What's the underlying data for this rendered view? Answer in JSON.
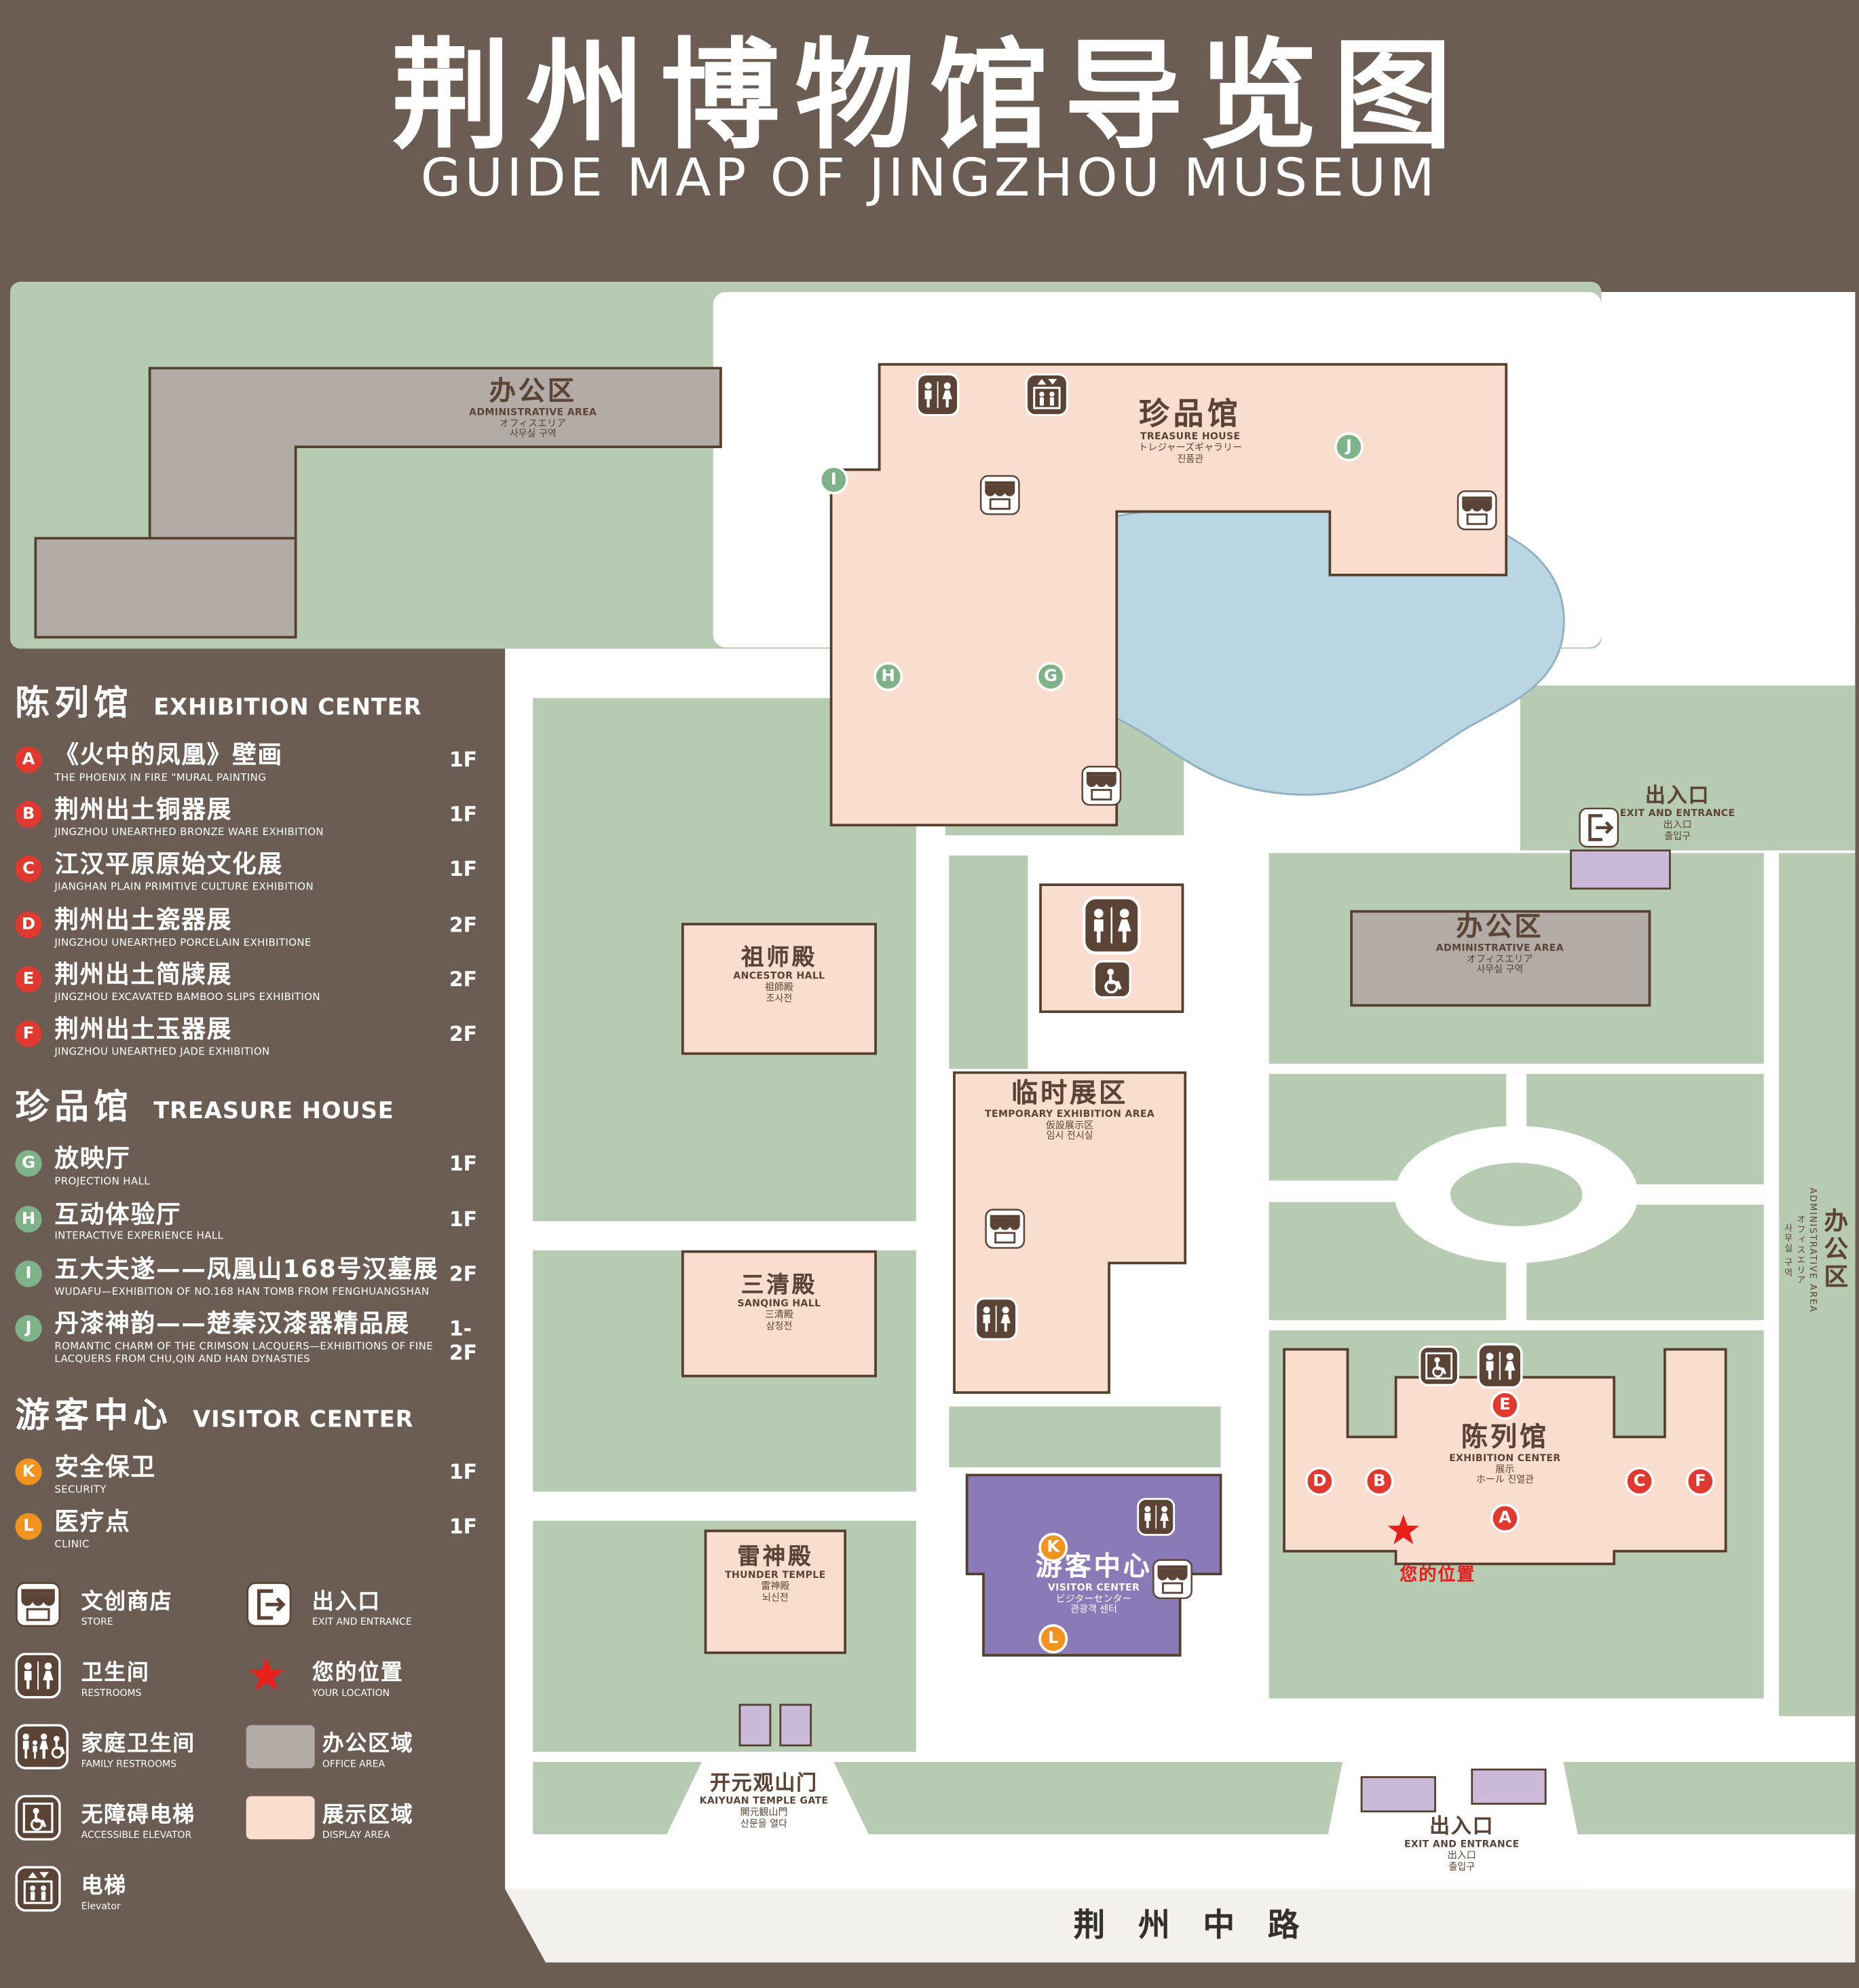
{
  "header": {
    "title_zh": "荆州博物馆导览图",
    "title_en": "GUIDE MAP OF JINGZHOU MUSEUM"
  },
  "legend": {
    "sections": [
      {
        "title_zh": "陈列馆",
        "title_en": "EXHIBITION CENTER",
        "items": [
          {
            "key": "A",
            "zh": "《火中的凤凰》壁画",
            "en": "THE PHOENIX IN FIRE \"MURAL PAINTING",
            "floor": "1F"
          },
          {
            "key": "B",
            "zh": "荆州出土铜器展",
            "en": "JINGZHOU UNEARTHED BRONZE WARE EXHIBITION",
            "floor": "1F"
          },
          {
            "key": "C",
            "zh": "江汉平原原始文化展",
            "en": "JIANGHAN PLAIN PRIMITIVE CULTURE EXHIBITION",
            "floor": "1F"
          },
          {
            "key": "D",
            "zh": "荆州出土瓷器展",
            "en": "JINGZHOU UNEARTHED PORCELAIN EXHIBITIONE",
            "floor": "2F"
          },
          {
            "key": "E",
            "zh": "荆州出土简牍展",
            "en": "JINGZHOU EXCAVATED BAMBOO SLIPS EXHIBITION",
            "floor": "2F"
          },
          {
            "key": "F",
            "zh": "荆州出土玉器展",
            "en": "JINGZHOU UNEARTHED JADE EXHIBITION",
            "floor": "2F"
          }
        ]
      },
      {
        "title_zh": "珍品馆",
        "title_en": "TREASURE HOUSE",
        "items": [
          {
            "key": "G",
            "zh": "放映厅",
            "en": "PROJECTION HALL",
            "floor": "1F"
          },
          {
            "key": "H",
            "zh": "互动体验厅",
            "en": "INTERACTIVE EXPERIENCE HALL",
            "floor": "1F"
          },
          {
            "key": "I",
            "zh": "五大夫遂——凤凰山168号汉墓展",
            "en": "WUDAFU—EXHIBITION OF NO.168 HAN TOMB FROM FENGHUANGSHAN",
            "floor": "2F"
          },
          {
            "key": "J",
            "zh": "丹漆神韵——楚秦汉漆器精品展",
            "en": "ROMANTIC CHARM OF THE CRIMSON LACQUERS—EXHIBITIONS OF FINE LACQUERS FROM CHU,QIN AND HAN DYNASTIES",
            "floor": "1-2F"
          }
        ]
      },
      {
        "title_zh": "游客中心",
        "title_en": "VISITOR CENTER",
        "items": [
          {
            "key": "K",
            "zh": "安全保卫",
            "en": "SECURITY",
            "floor": "1F"
          },
          {
            "key": "L",
            "zh": "医疗点",
            "en": "CLINIC",
            "floor": "1F"
          }
        ]
      }
    ],
    "symbols": [
      {
        "zh": "文创商店",
        "en": "STORE"
      },
      {
        "zh": "出入口",
        "en": "EXIT AND ENTRANCE"
      },
      {
        "zh": "卫生间",
        "en": "RESTROOMS"
      },
      {
        "zh": "您的位置",
        "en": "YOUR LOCATION"
      },
      {
        "zh": "家庭卫生间",
        "en": "FAMILY RESTROOMS"
      },
      {
        "zh": "办公区域",
        "en": "OFFICE AREA"
      },
      {
        "zh": "无障碍电梯",
        "en": "ACCESSIBLE ELEVATOR"
      },
      {
        "zh": "展示区域",
        "en": "DISPLAY AREA"
      },
      {
        "zh": "电梯",
        "en": "Elevator"
      }
    ]
  },
  "map": {
    "labels": {
      "admin_top": {
        "zh": "办公区",
        "en": "ADMINISTRATIVE AREA",
        "ja": "オフィスエリア",
        "ko": "사무실 구역"
      },
      "treasure_house": {
        "zh": "珍品馆",
        "en": "TREASURE HOUSE",
        "ja": "トレジャーズギャラリー",
        "ko": "진품관"
      },
      "exit_top": {
        "zh": "出入口",
        "en": "EXIT AND ENTRANCE",
        "ja": "出入口",
        "ko": "출입구"
      },
      "admin_right": {
        "zh": "办公区",
        "en": "ADMINISTRATIVE AREA",
        "ja": "オフィスエリア",
        "ko": "사무실 구역"
      },
      "admin_side": {
        "zh": "办公区",
        "en": "ADMINISTRATIVE AREA",
        "ja": "オフィスエリア",
        "ko": "사무실 구역"
      },
      "ancestor_hall": {
        "zh": "祖师殿",
        "en": "ANCESTOR HALL",
        "ja": "祖師殿",
        "ko": "조사전"
      },
      "temporary_exhibition": {
        "zh": "临时展区",
        "en": "TEMPORARY EXHIBITION AREA",
        "ja": "仮設展示区",
        "ko": "임시 전시실"
      },
      "sanqing_hall": {
        "zh": "三清殿",
        "en": "SANQING HALL",
        "ja": "三清殿",
        "ko": "삼청전"
      },
      "thunder_temple": {
        "zh": "雷神殿",
        "en": "THUNDER TEMPLE",
        "ja": "雷神殿",
        "ko": "뇌신전"
      },
      "exhibition_center": {
        "zh": "陈列馆",
        "en": "EXHIBITION CENTER",
        "ja": "展示",
        "ko": "ホール 진열관"
      },
      "visitor_center": {
        "zh": "游客中心",
        "en": "VISITOR CENTER",
        "ja": "ビジターセンター",
        "ko": "관광객 센터"
      },
      "your_location": {
        "zh": "您的位置"
      },
      "gate": {
        "zh": "开元观山门",
        "en": "KAIYUAN TEMPLE GATE",
        "ja": "開元観山門",
        "ko": "산문을 열다"
      },
      "exit_bottom": {
        "zh": "出入口",
        "en": "EXIT AND ENTRANCE",
        "ja": "出入口",
        "ko": "출입구"
      },
      "road": {
        "zh": "荆州中路"
      }
    },
    "markers": {
      "A": "A",
      "B": "B",
      "C": "C",
      "D": "D",
      "E": "E",
      "F": "F",
      "G": "G",
      "H": "H",
      "I": "I",
      "J": "J",
      "K": "K",
      "L": "L"
    }
  },
  "colors": {
    "background": "#6b5d53",
    "lawn_green": "#b7cbb3",
    "display_pink": "#f9ddcf",
    "office_gray": "#b3aba6",
    "visitor_purple": "#8a7ab8",
    "entrance_purple": "#cbb9d9",
    "pond_blue": "#bad6e2",
    "marker_red": "#e03a30",
    "marker_green": "#7eb38a",
    "marker_orange": "#f0941f",
    "icon_brown": "#5b4435",
    "location_red": "#e8201c"
  }
}
